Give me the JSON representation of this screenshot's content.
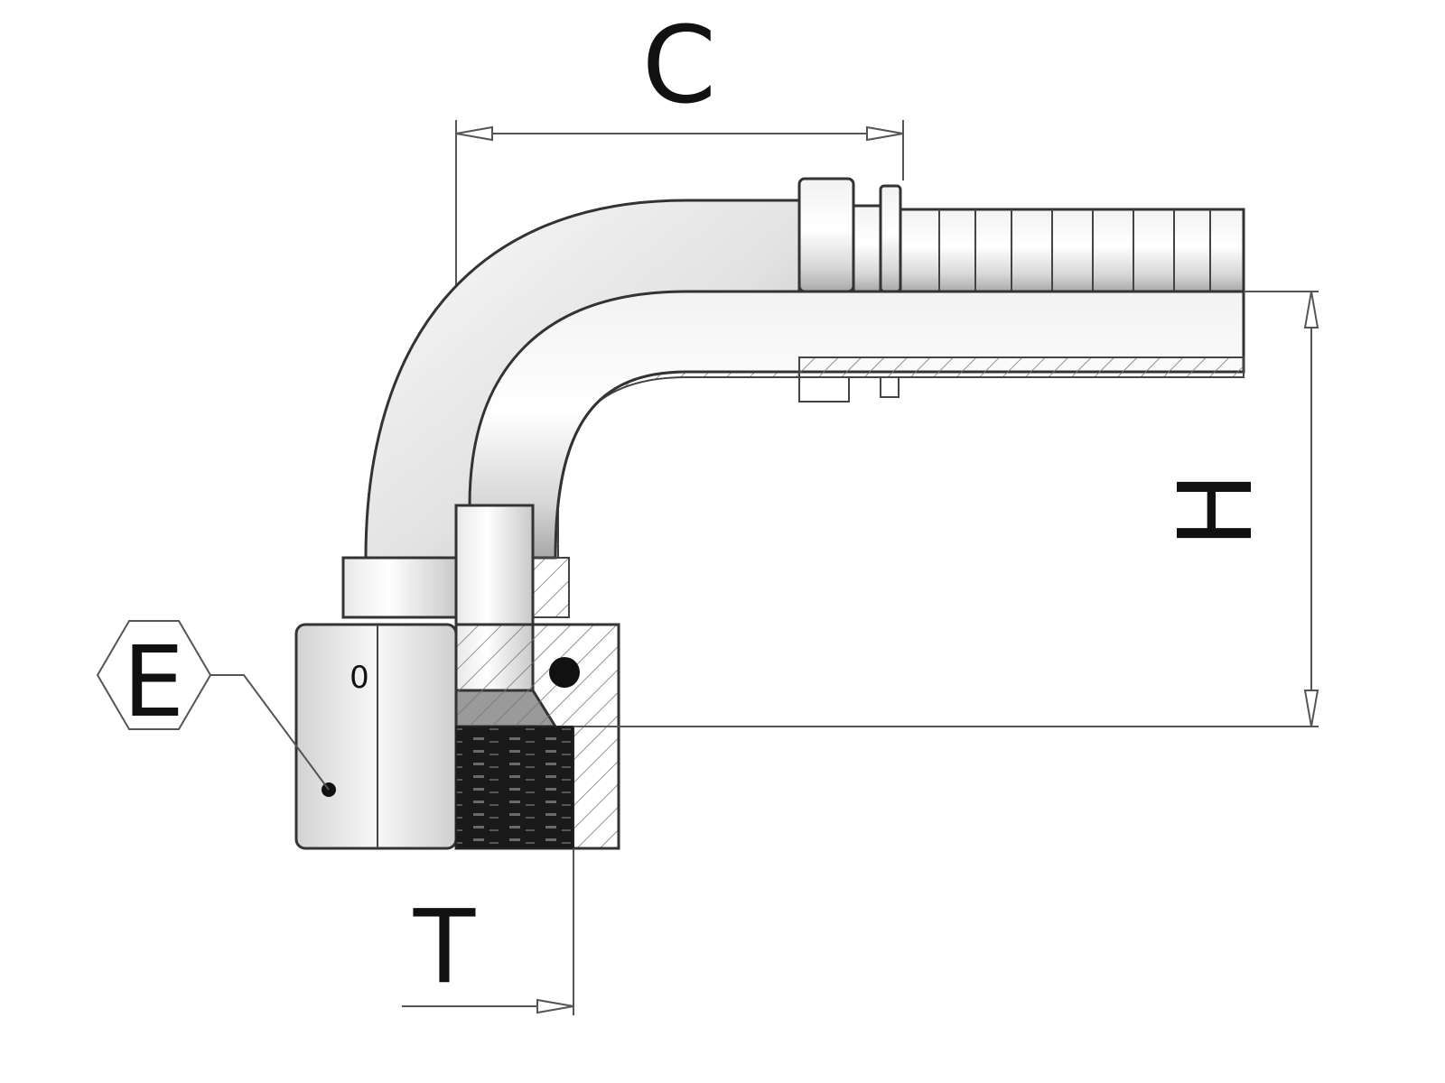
{
  "diagram": {
    "colors": {
      "metal_light": "#f6f6f6",
      "metal_mid": "#d7d7d7",
      "metal_dark": "#9a9a9a",
      "line": "#333333",
      "thread": "#1a1a1a"
    },
    "dimensions": {
      "C": "C",
      "H": "H",
      "T": "T",
      "E": "E"
    },
    "nut_marks": {
      "zero": "0"
    }
  }
}
